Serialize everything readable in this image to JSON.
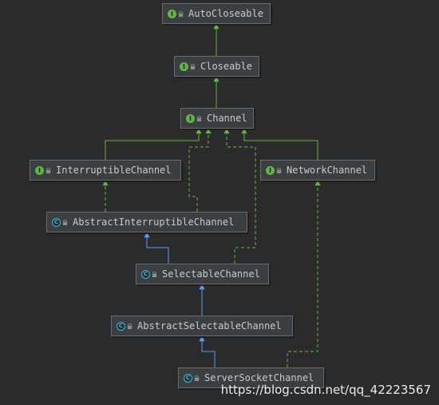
{
  "nodes": [
    {
      "id": "autocloseable",
      "label": "AutoCloseable",
      "kind": "interface"
    },
    {
      "id": "closeable",
      "label": "Closeable",
      "kind": "interface"
    },
    {
      "id": "channel",
      "label": "Channel",
      "kind": "interface"
    },
    {
      "id": "interruptiblechannel",
      "label": "InterruptibleChannel",
      "kind": "interface"
    },
    {
      "id": "networkchannel",
      "label": "NetworkChannel",
      "kind": "interface"
    },
    {
      "id": "abstractinterruptiblechannel",
      "label": "AbstractInterruptibleChannel",
      "kind": "abstract-class"
    },
    {
      "id": "selectablechannel",
      "label": "SelectableChannel",
      "kind": "abstract-class"
    },
    {
      "id": "abstractselectablechannel",
      "label": "AbstractSelectableChannel",
      "kind": "abstract-class"
    },
    {
      "id": "serversocketchannel",
      "label": "ServerSocketChannel",
      "kind": "abstract-class"
    }
  ],
  "edges": [
    {
      "from": "closeable",
      "to": "autocloseable",
      "type": "extends-interface"
    },
    {
      "from": "channel",
      "to": "closeable",
      "type": "extends-interface"
    },
    {
      "from": "interruptiblechannel",
      "to": "channel",
      "type": "extends-interface"
    },
    {
      "from": "networkchannel",
      "to": "channel",
      "type": "extends-interface"
    },
    {
      "from": "abstractinterruptiblechannel",
      "to": "interruptiblechannel",
      "type": "implements"
    },
    {
      "from": "abstractinterruptiblechannel",
      "to": "channel",
      "type": "implements"
    },
    {
      "from": "selectablechannel",
      "to": "abstractinterruptiblechannel",
      "type": "extends-class"
    },
    {
      "from": "selectablechannel",
      "to": "channel",
      "type": "implements"
    },
    {
      "from": "abstractselectablechannel",
      "to": "selectablechannel",
      "type": "extends-class"
    },
    {
      "from": "serversocketchannel",
      "to": "abstractselectablechannel",
      "type": "extends-class"
    },
    {
      "from": "serversocketchannel",
      "to": "networkchannel",
      "type": "implements"
    }
  ],
  "icons": {
    "interface": "interface-icon",
    "abstract-class": "abstract-class-icon",
    "visibility": "lock-icon"
  },
  "colors": {
    "background": "#2b2b2b",
    "node_fill": "#3c3f41",
    "interface_edge": "#62b543",
    "class_edge": "#589df6",
    "text": "#c9c9c9"
  },
  "watermark": "https://blog.csdn.net/qq_42223567"
}
